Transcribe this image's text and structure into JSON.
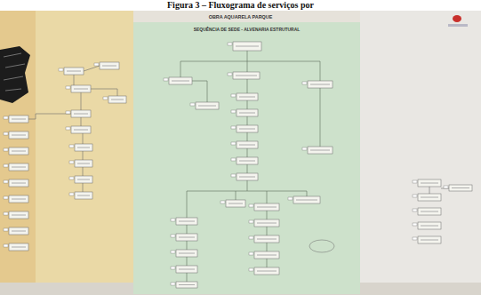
{
  "diagram": {
    "caption": "Figura 3 – Fluxograma de serviços por",
    "nodes": [
      {
        "text": [
          "OBRA AQUARELA PARQUE"
        ]
      },
      {
        "text": [
          "SEQUÊNCIA DE SEDE - ALVENARIA ESTRUTURAL"
        ],
        "in": 0
      }
    ]
  }
}
